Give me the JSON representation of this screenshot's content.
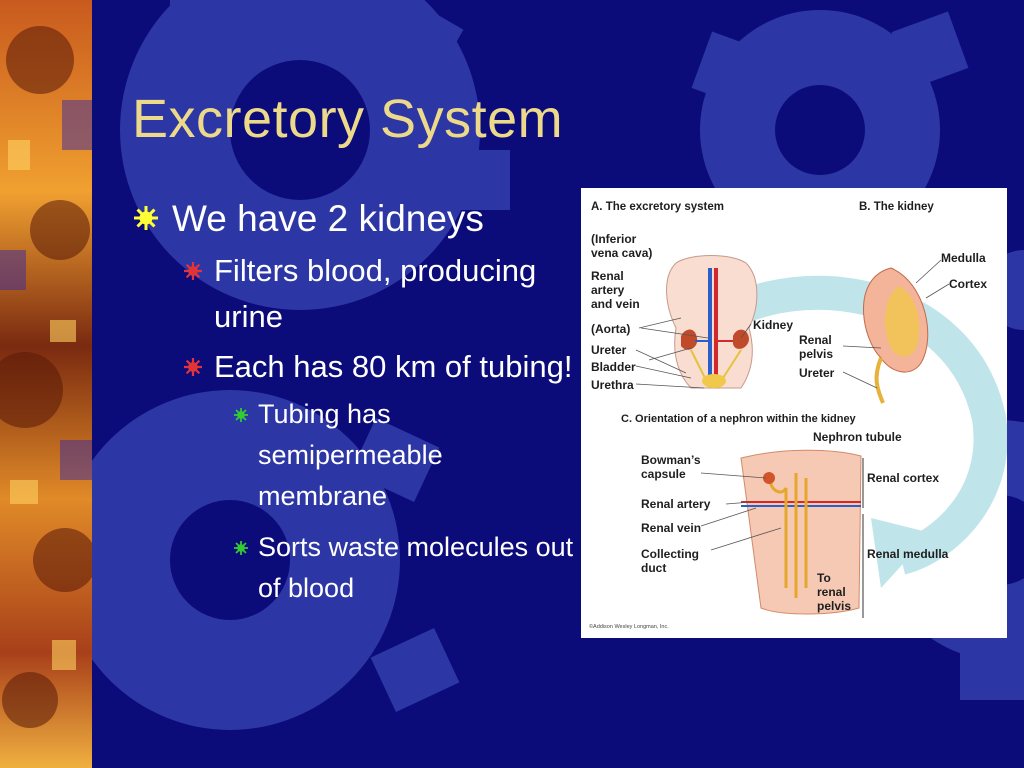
{
  "slide": {
    "title": "Excretory System",
    "bullets": [
      {
        "level": 1,
        "text": "We have 2 kidneys"
      },
      {
        "level": 2,
        "text": "Filters blood, producing urine"
      },
      {
        "level": 2,
        "text": "Each has 80 km of tubing!"
      },
      {
        "level": 3,
        "text": "Tubing has semipermeable membrane"
      },
      {
        "level": 3,
        "text": "Sorts waste molecules out of blood"
      }
    ]
  },
  "figure": {
    "panel_a": {
      "title": "A. The excretory system",
      "labels": {
        "ivc_line1": "(Inferior",
        "ivc_line2": "vena cava)",
        "renal_av_line1": "Renal",
        "renal_av_line2": "artery",
        "renal_av_line3": "and vein",
        "aorta": "(Aorta)",
        "ureter": "Ureter",
        "bladder": "Bladder",
        "urethra": "Urethra",
        "kidney": "Kidney"
      }
    },
    "panel_b": {
      "title": "B. The kidney",
      "labels": {
        "medulla": "Medulla",
        "cortex": "Cortex",
        "renal_pelvis_line1": "Renal",
        "renal_pelvis_line2": "pelvis",
        "ureter": "Ureter"
      }
    },
    "panel_c": {
      "title": "C. Orientation of a nephron within the kidney",
      "labels": {
        "nephron_tubule": "Nephron tubule",
        "bowmans_line1": "Bowman’s",
        "bowmans_line2": "capsule",
        "renal_artery": "Renal artery",
        "renal_vein": "Renal vein",
        "collecting_line1": "Collecting",
        "collecting_line2": "duct",
        "renal_cortex": "Renal cortex",
        "renal_medulla": "Renal medulla",
        "to_pelvis_line1": "To",
        "to_pelvis_line2": "renal",
        "to_pelvis_line3": "pelvis"
      }
    },
    "copyright": "©Addison Wesley Longman, Inc."
  },
  "colors": {
    "background": "#0b0b7a",
    "title": "#ecd98a",
    "text": "#ffffff",
    "bullet_level1": "#ffff33",
    "bullet_level2": "#e0343a",
    "bullet_level3": "#33cc33"
  }
}
